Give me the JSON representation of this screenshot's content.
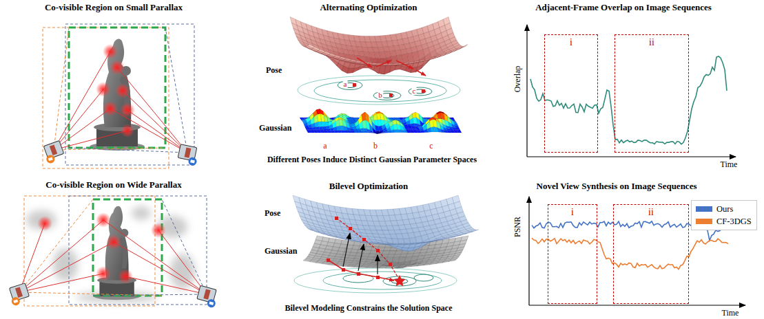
{
  "diagram": {
    "nodes": [
      {
        "text": [
          "i"
        ]
      },
      {
        "text": [
          "ii"
        ]
      },
      {
        "text": [
          "i"
        ]
      },
      {
        "text": [
          "ii"
        ]
      }
    ],
    "labels": [
      "Co-visible Region on Small Parallax",
      "Co-visible Region on Wide Parallax",
      "Alternating Optimization",
      "Pose",
      "Gaussian",
      "a",
      "b",
      "c",
      "a",
      "b",
      "c",
      "Different Poses Induce Distinct Gaussian Parameter Spaces",
      "Bilevel Optimization",
      "Pose",
      "Gaussian",
      "Bilevel Modeling Constrains the Solution Space",
      "Adjacent-Frame Overlap on Image Sequences",
      "Overlap",
      "Time",
      "Novel View Synthesis on Image Sequences",
      "PSNR",
      "Time"
    ],
    "legend": [
      {
        "text": "Ours",
        "color": "#4472c4"
      },
      {
        "text": "CF-3DGS",
        "color": "#ed7d31"
      }
    ]
  }
}
